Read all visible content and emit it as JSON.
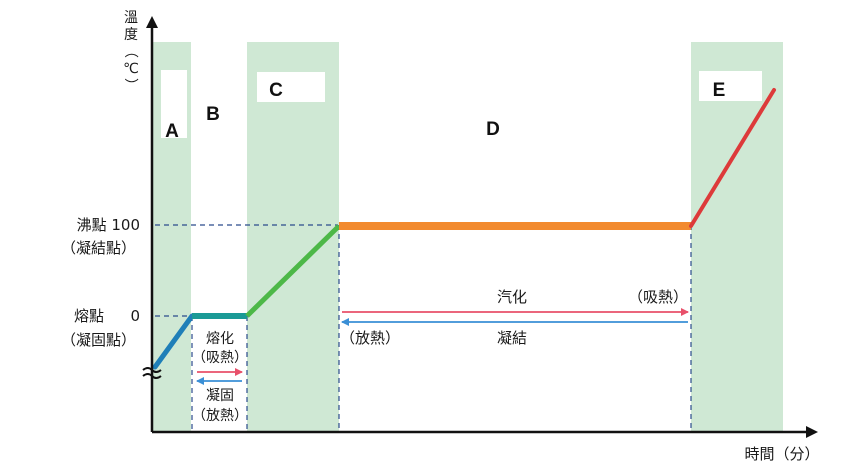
{
  "colors": {
    "band": "#cfe8d4",
    "segment_a": "#1f7fb8",
    "segment_b": "#1a9a96",
    "segment_c": "#4db848",
    "segment_d": "#f28a2e",
    "segment_e": "#dd3a3a",
    "arrow_red": "#e8506a",
    "arrow_blue": "#3a8fd6",
    "dashed": "#2b4b8c",
    "axis": "#111111"
  },
  "axes": {
    "y_label_chars": [
      "溫",
      "度",
      "（",
      "℃",
      "）"
    ],
    "x_label": "時間（分）",
    "boiling_label": "沸點 100",
    "condensing_label": "（凝結點）",
    "melting_label": "熔點",
    "melting_value": "0",
    "freezing_label": "（凝固點）"
  },
  "regions": {
    "a": "A",
    "b": "B",
    "c": "C",
    "d": "D",
    "e": "E"
  },
  "annotations": {
    "melting": "熔化",
    "absorb_heat_b": "（吸熱）",
    "solidify": "凝固",
    "release_heat_b": "（放熱）",
    "vaporize": "汽化",
    "absorb_heat_d": "（吸熱）",
    "condense": "凝結",
    "release_heat_d": "（放熱）"
  }
}
